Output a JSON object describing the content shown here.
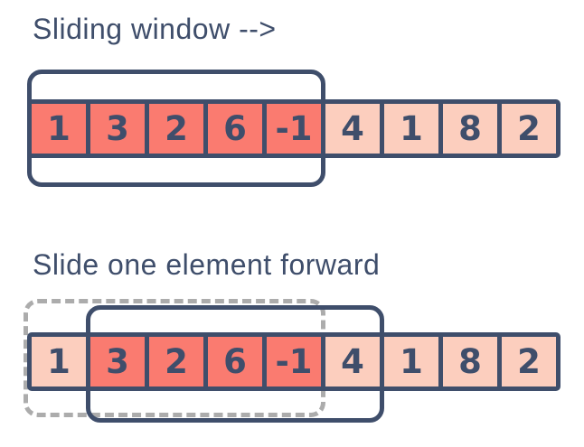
{
  "colors": {
    "navy": "#3f4e6b",
    "salmon_dark": "#fa7b70",
    "salmon_light": "#fccebe",
    "dash_gray": "#acacac",
    "background": "#ffffff"
  },
  "step1": {
    "title": "Sliding window -->",
    "cells": [
      {
        "value": "1",
        "highlighted": true
      },
      {
        "value": "3",
        "highlighted": true
      },
      {
        "value": "2",
        "highlighted": true
      },
      {
        "value": "6",
        "highlighted": true
      },
      {
        "value": "-1",
        "highlighted": true
      },
      {
        "value": "4",
        "highlighted": false
      },
      {
        "value": "1",
        "highlighted": false
      },
      {
        "value": "8",
        "highlighted": false
      },
      {
        "value": "2",
        "highlighted": false
      }
    ],
    "window": {
      "style": "solid",
      "covers": [
        "1",
        "3",
        "2",
        "6",
        "-1"
      ]
    }
  },
  "step2": {
    "title": "Slide one element forward",
    "cells": [
      {
        "value": "1",
        "highlighted": false
      },
      {
        "value": "3",
        "highlighted": true
      },
      {
        "value": "2",
        "highlighted": true
      },
      {
        "value": "6",
        "highlighted": true
      },
      {
        "value": "-1",
        "highlighted": true
      },
      {
        "value": "4",
        "highlighted": false
      },
      {
        "value": "1",
        "highlighted": false
      },
      {
        "value": "8",
        "highlighted": false
      },
      {
        "value": "2",
        "highlighted": false
      }
    ],
    "previous_window": {
      "style": "dashed",
      "covers": [
        "1",
        "3",
        "2",
        "6",
        "-1"
      ]
    },
    "current_window": {
      "style": "solid",
      "covers": [
        "3",
        "2",
        "6",
        "-1",
        "4"
      ]
    }
  }
}
